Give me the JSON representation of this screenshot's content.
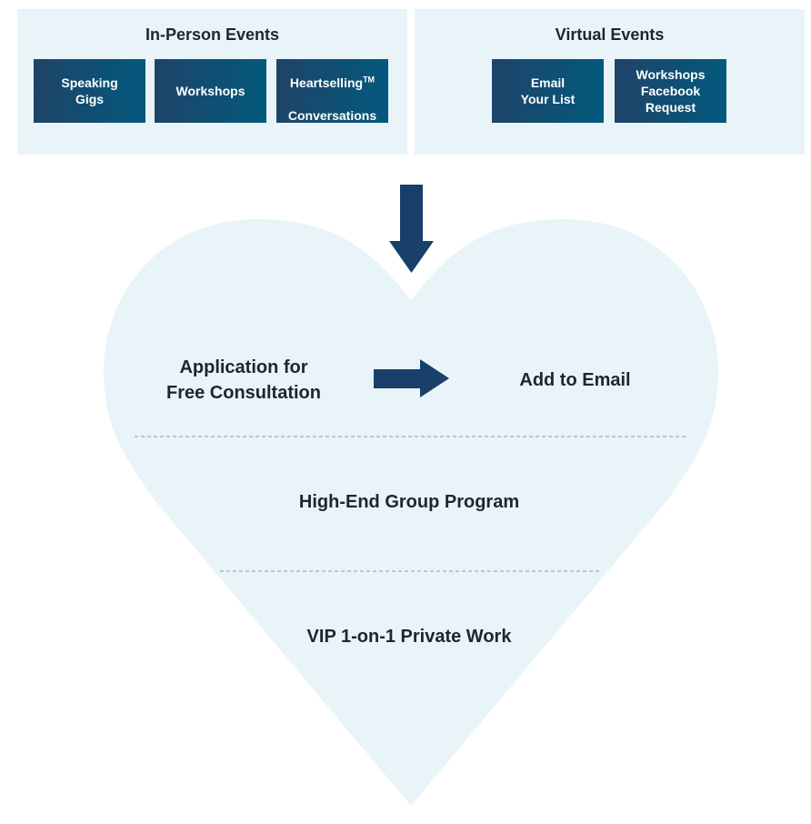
{
  "in_person": {
    "title": "In-Person Events",
    "items": [
      {
        "label": "Speaking\nGigs"
      },
      {
        "label": "Workshops"
      },
      {
        "label": "Heartselling",
        "mark": "TM",
        "label2": "Conversations"
      }
    ]
  },
  "virtual": {
    "title": "Virtual Events",
    "items": [
      {
        "label": "Email\nYour List"
      },
      {
        "label": "Workshops\nFacebook\nRequest"
      }
    ]
  },
  "funnel": {
    "application": "Application for\nFree Consultation",
    "add_email": "Add to Email",
    "group_program": "High-End Group Program",
    "vip": "VIP 1-on-1 Private Work"
  },
  "colors": {
    "panel_bg": "#e9f4f8",
    "tile_dark": "#1e4468",
    "tile_teal": "#03597d",
    "arrow": "#18406a",
    "heart_fill": "#e9f4f8",
    "divider": "#a0aab4"
  },
  "icons": {
    "down_arrow": "arrow-down-icon",
    "right_arrow": "arrow-right-icon"
  }
}
